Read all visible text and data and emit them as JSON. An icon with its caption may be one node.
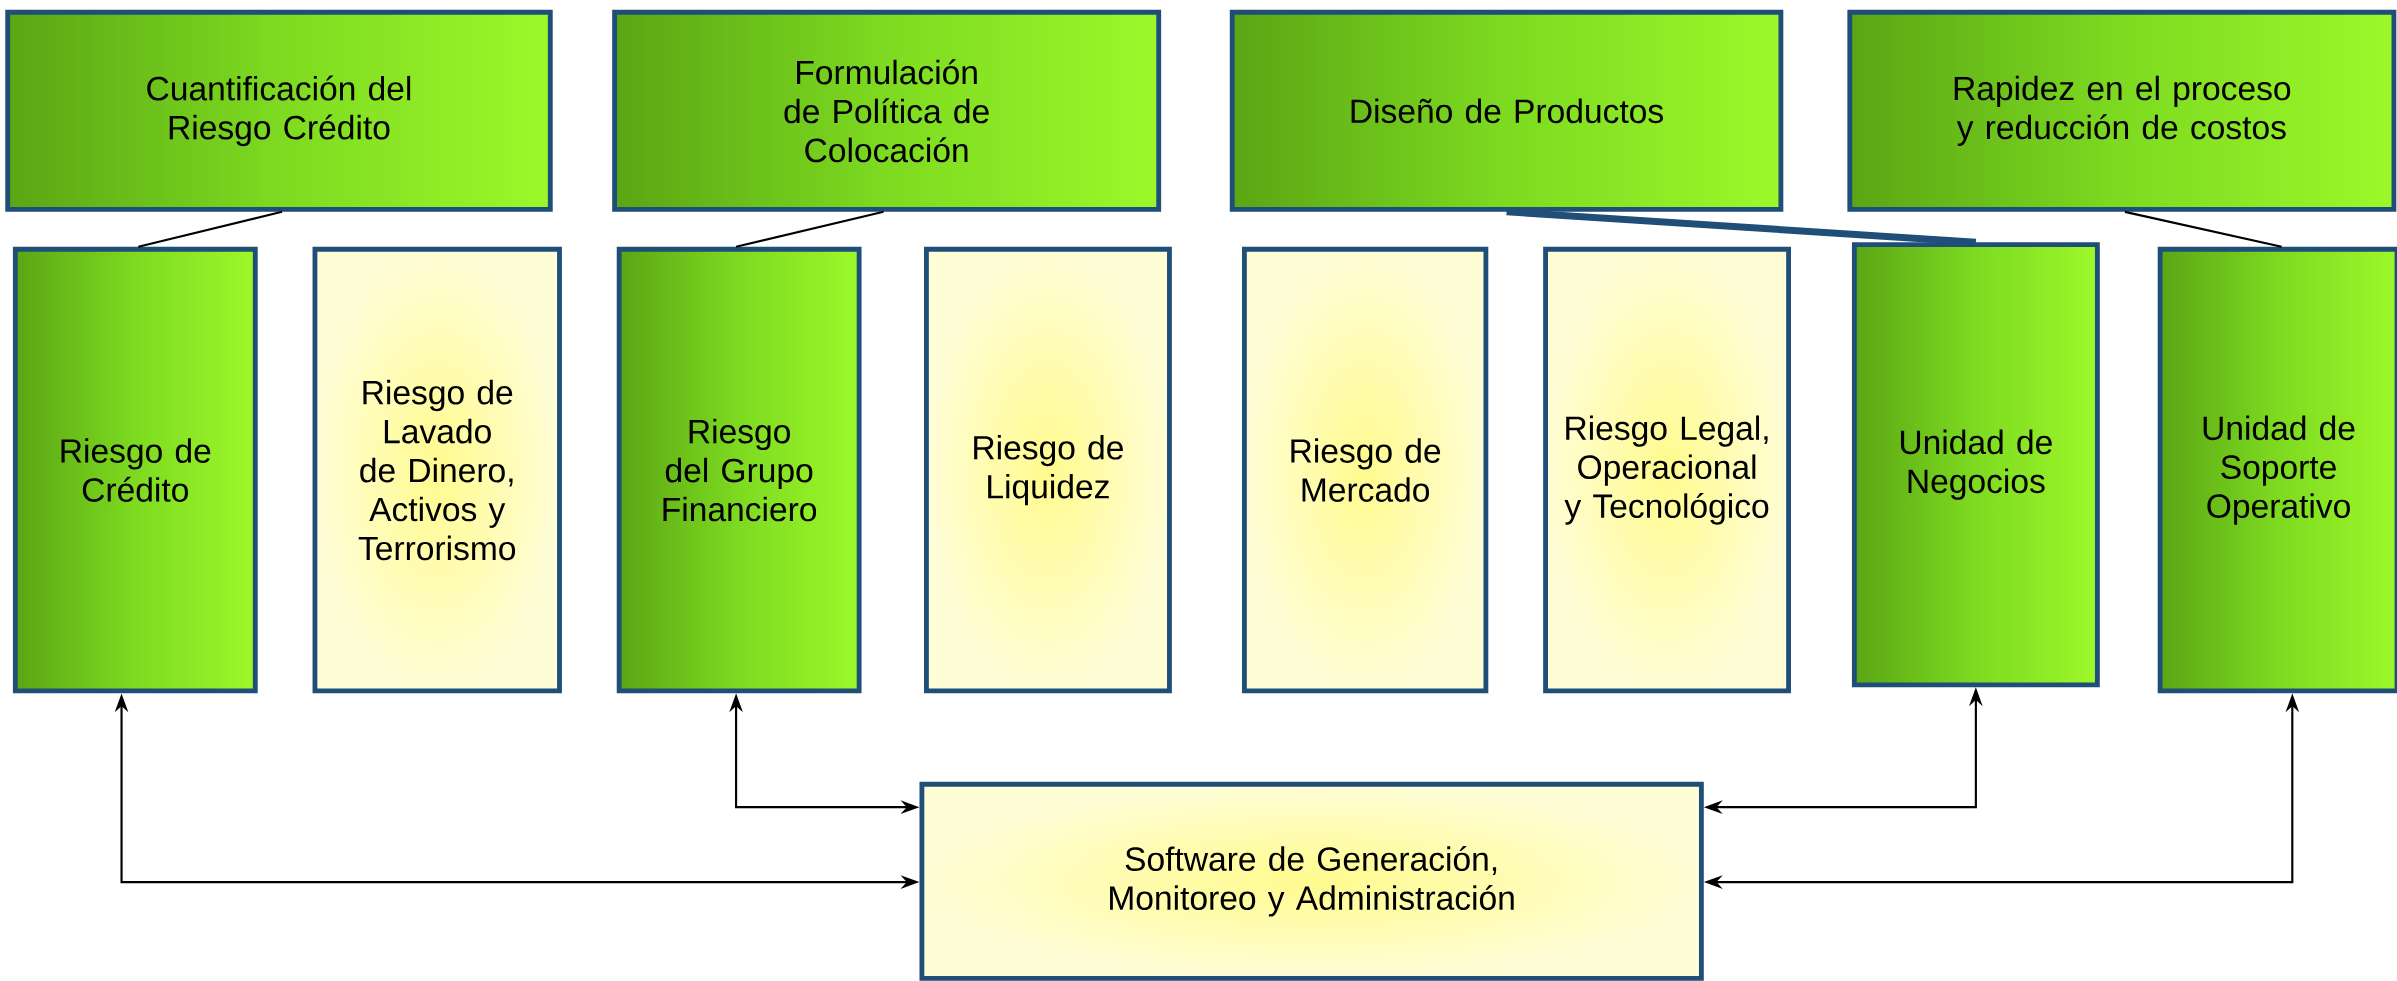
{
  "diagram": {
    "nodes": [
      {
        "text": [
          "Cuantificación del Riesgo Crédito"
        ]
      },
      {
        "text": [
          "Formulación de Política de Colocación"
        ]
      },
      {
        "text": [
          "Diseño de Productos"
        ]
      },
      {
        "text": [
          "Rapidez en el proceso y reducción de costos"
        ]
      },
      {
        "text": [
          "Riesgo de Crédito"
        ]
      },
      {
        "text": [
          "Riesgo de Lavado de Dinero, Activos y Terrorismo"
        ]
      },
      {
        "text": [
          "Riesgo del Grupo Financiero"
        ]
      },
      {
        "text": [
          "Riesgo de Liquidez"
        ]
      },
      {
        "text": [
          "Riesgo de Mercado"
        ]
      },
      {
        "text": [
          "Riesgo Legal, Operacional y Tecnológico"
        ]
      },
      {
        "text": [
          "Unidad de Negocios"
        ]
      },
      {
        "text": [
          "Unidad de Soporte Operativo"
        ]
      },
      {
        "text": [
          "Software de Generación, Monitoreo y Administración"
        ]
      }
    ],
    "edges": [
      {
        "from": 0,
        "to": 4,
        "arrow": "none"
      },
      {
        "from": 1,
        "to": 6,
        "arrow": "none"
      },
      {
        "from": 2,
        "to": 10,
        "arrow": "none",
        "style": "thick",
        "color": "#1f4e79"
      },
      {
        "from": 3,
        "to": 11,
        "arrow": "none"
      },
      {
        "from": 4,
        "to": 12,
        "arrow": "both"
      },
      {
        "from": 6,
        "to": 12,
        "arrow": "both"
      },
      {
        "from": 10,
        "to": 12,
        "arrow": "both"
      },
      {
        "from": 11,
        "to": 12,
        "arrow": "both"
      }
    ]
  }
}
